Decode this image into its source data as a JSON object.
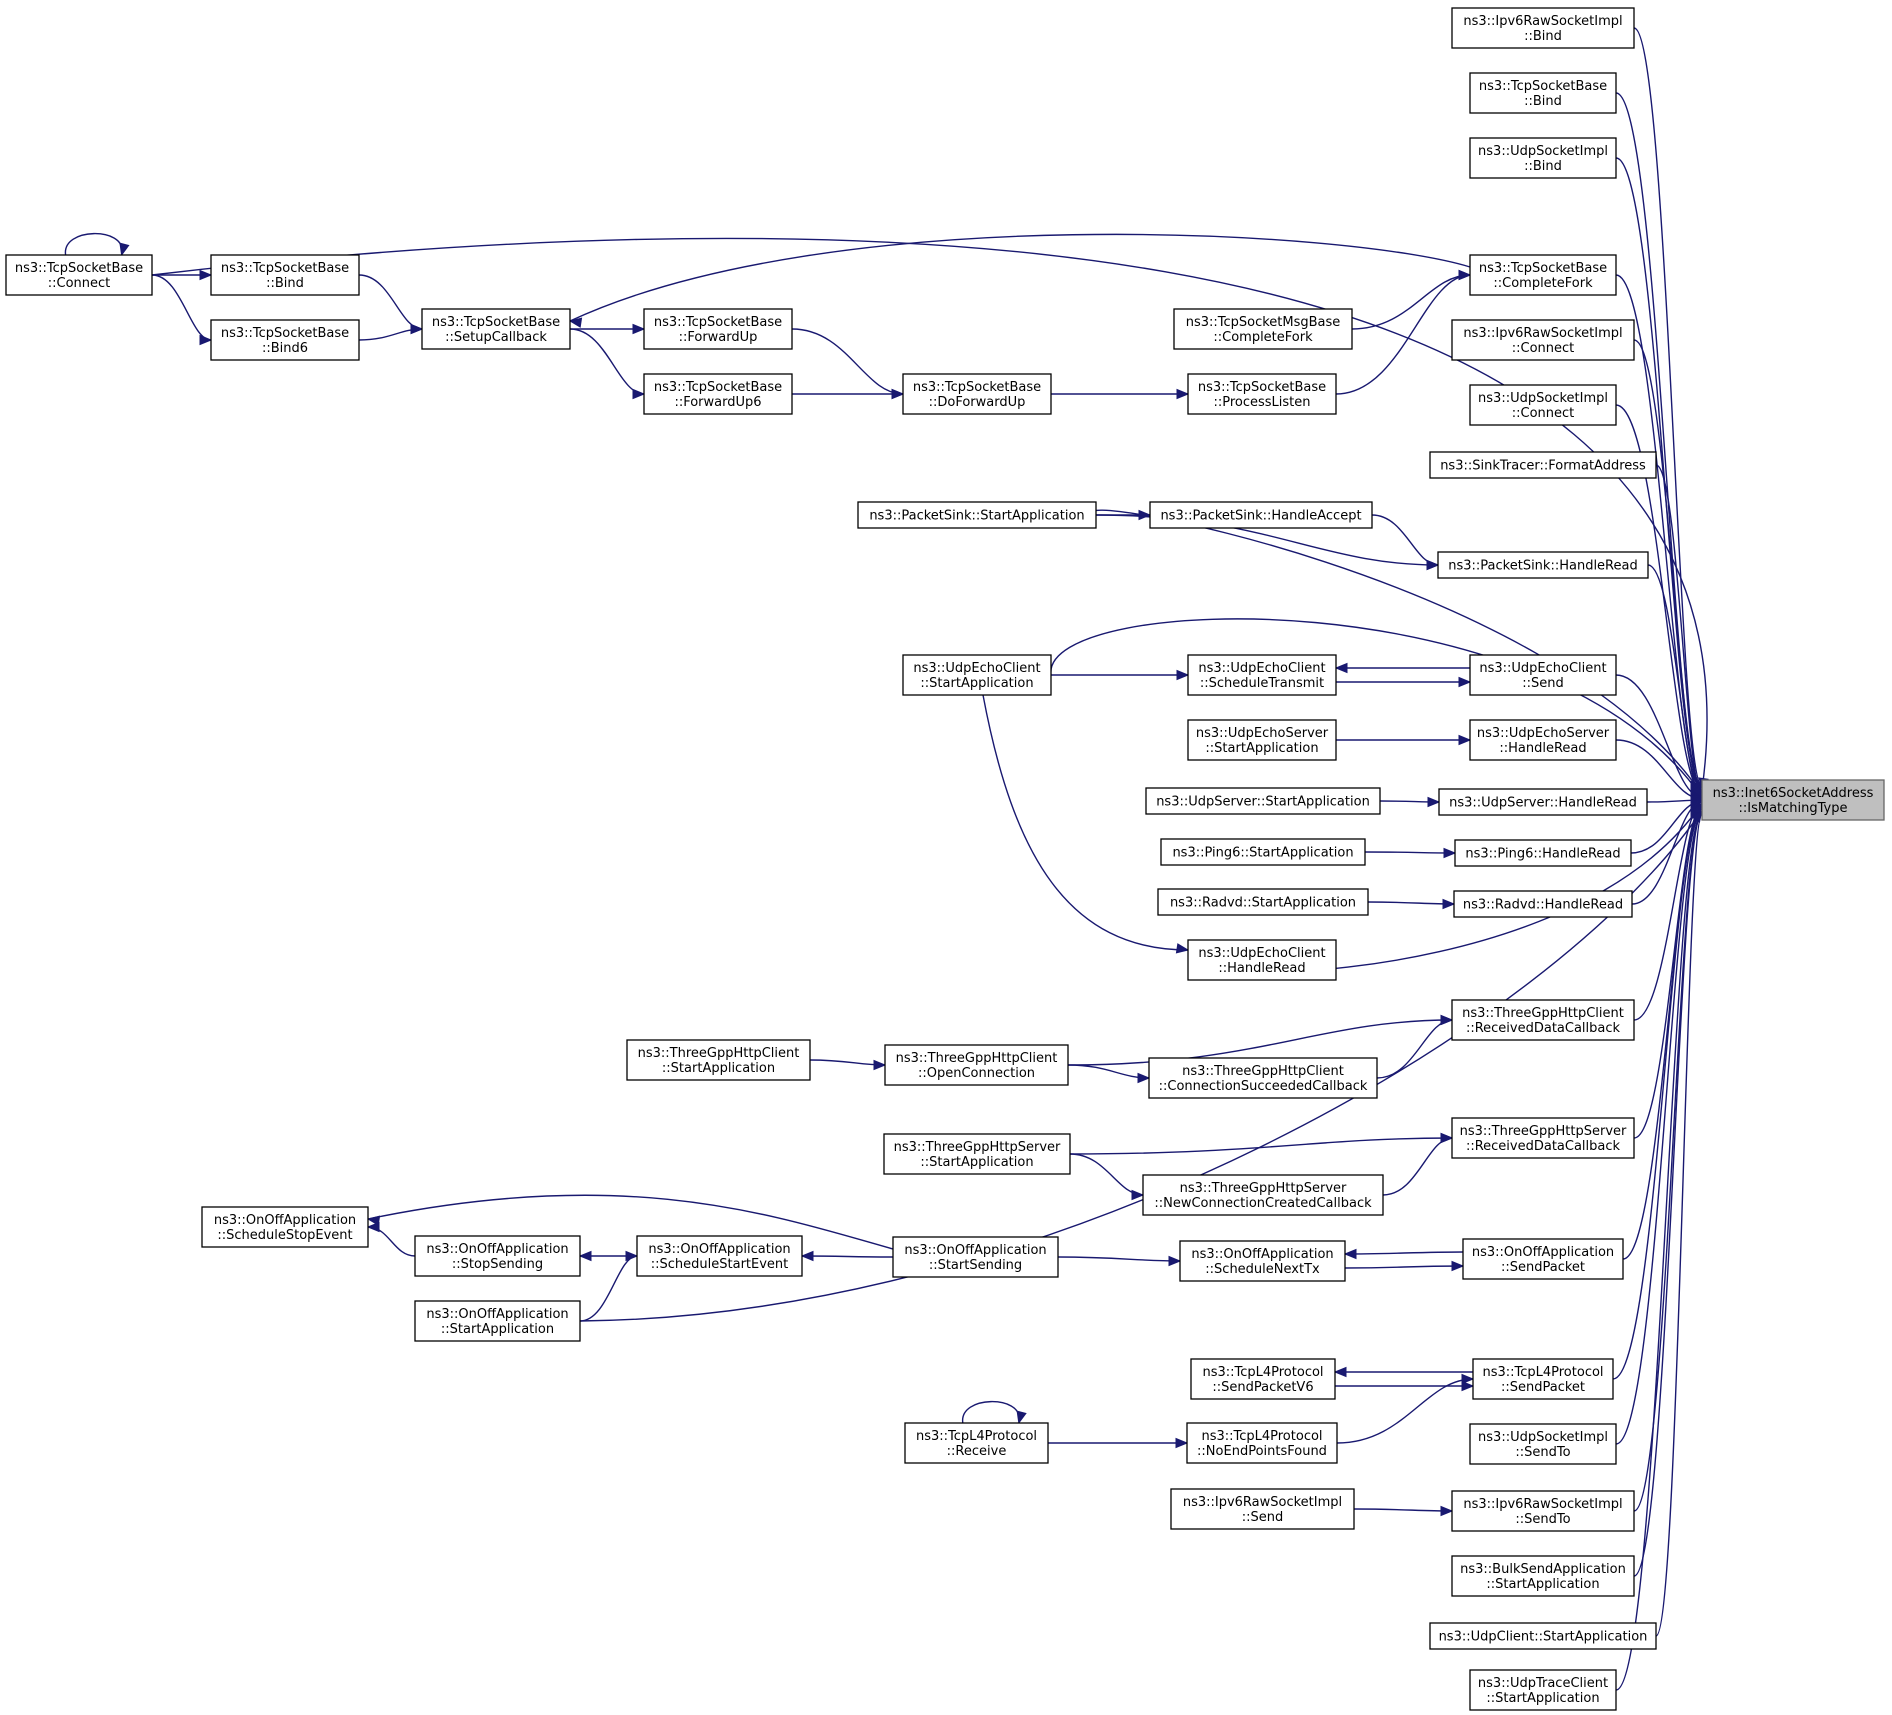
{
  "graph": {
    "direction": "right-to-left",
    "colors": {
      "edge": "#191970",
      "node_border": "#000000",
      "focus_fill": "#bfbfbf"
    },
    "target": "t",
    "nodes": [
      {
        "id": "t",
        "lines": [
          "ns3::Inet6SocketAddress",
          "::IsMatchingType"
        ],
        "focus": true
      },
      {
        "id": "r1",
        "lines": [
          "ns3::Ipv6RawSocketImpl",
          "::Bind"
        ]
      },
      {
        "id": "r2",
        "lines": [
          "ns3::TcpSocketBase",
          "::Bind"
        ]
      },
      {
        "id": "r3",
        "lines": [
          "ns3::UdpSocketImpl",
          "::Bind"
        ]
      },
      {
        "id": "r4",
        "lines": [
          "ns3::TcpSocketBase",
          "::CompleteFork"
        ]
      },
      {
        "id": "r5",
        "lines": [
          "ns3::Ipv6RawSocketImpl",
          "::Connect"
        ]
      },
      {
        "id": "r6",
        "lines": [
          "ns3::UdpSocketImpl",
          "::Connect"
        ]
      },
      {
        "id": "r7",
        "lines": [
          "ns3::SinkTracer::FormatAddress"
        ]
      },
      {
        "id": "r8",
        "lines": [
          "ns3::PacketSink::HandleRead"
        ]
      },
      {
        "id": "r9",
        "lines": [
          "ns3::UdpEchoClient",
          "::Send"
        ]
      },
      {
        "id": "r10",
        "lines": [
          "ns3::UdpEchoServer",
          "::HandleRead"
        ]
      },
      {
        "id": "r11",
        "lines": [
          "ns3::UdpServer::HandleRead"
        ]
      },
      {
        "id": "r12",
        "lines": [
          "ns3::Ping6::HandleRead"
        ]
      },
      {
        "id": "r13",
        "lines": [
          "ns3::Radvd::HandleRead"
        ]
      },
      {
        "id": "r14",
        "lines": [
          "ns3::ThreeGppHttpClient",
          "::ReceivedDataCallback"
        ]
      },
      {
        "id": "r15",
        "lines": [
          "ns3::ThreeGppHttpServer",
          "::ReceivedDataCallback"
        ]
      },
      {
        "id": "r16",
        "lines": [
          "ns3::OnOffApplication",
          "::SendPacket"
        ]
      },
      {
        "id": "r17",
        "lines": [
          "ns3::TcpL4Protocol",
          "::SendPacket"
        ]
      },
      {
        "id": "r18",
        "lines": [
          "ns3::UdpSocketImpl",
          "::SendTo"
        ]
      },
      {
        "id": "r19",
        "lines": [
          "ns3::Ipv6RawSocketImpl",
          "::SendTo"
        ]
      },
      {
        "id": "r20",
        "lines": [
          "ns3::BulkSendApplication",
          "::StartApplication"
        ]
      },
      {
        "id": "r21",
        "lines": [
          "ns3::UdpClient::StartApplication"
        ]
      },
      {
        "id": "r22",
        "lines": [
          "ns3::UdpTraceClient",
          "::StartApplication"
        ]
      },
      {
        "id": "tsbConnect",
        "lines": [
          "ns3::TcpSocketBase",
          "::Connect"
        ]
      },
      {
        "id": "tsbBind1",
        "lines": [
          "ns3::TcpSocketBase",
          "::Bind"
        ]
      },
      {
        "id": "tsbBind6",
        "lines": [
          "ns3::TcpSocketBase",
          "::Bind6"
        ]
      },
      {
        "id": "setupCb",
        "lines": [
          "ns3::TcpSocketBase",
          "::SetupCallback"
        ]
      },
      {
        "id": "fwdUp",
        "lines": [
          "ns3::TcpSocketBase",
          "::ForwardUp"
        ]
      },
      {
        "id": "fwdUp6",
        "lines": [
          "ns3::TcpSocketBase",
          "::ForwardUp6"
        ]
      },
      {
        "id": "doFwd",
        "lines": [
          "ns3::TcpSocketBase",
          "::DoForwardUp"
        ]
      },
      {
        "id": "procListen",
        "lines": [
          "ns3::TcpSocketBase",
          "::ProcessListen"
        ]
      },
      {
        "id": "msgCompFork",
        "lines": [
          "ns3::TcpSocketMsgBase",
          "::CompleteFork"
        ]
      },
      {
        "id": "psStart",
        "lines": [
          "ns3::PacketSink::StartApplication"
        ]
      },
      {
        "id": "psAccept",
        "lines": [
          "ns3::PacketSink::HandleAccept"
        ]
      },
      {
        "id": "uecStart",
        "lines": [
          "ns3::UdpEchoClient",
          "::StartApplication"
        ]
      },
      {
        "id": "uecSched",
        "lines": [
          "ns3::UdpEchoClient",
          "::ScheduleTransmit"
        ]
      },
      {
        "id": "uesStart",
        "lines": [
          "ns3::UdpEchoServer",
          "::StartApplication"
        ]
      },
      {
        "id": "usStart",
        "lines": [
          "ns3::UdpServer::StartApplication"
        ]
      },
      {
        "id": "p6Start",
        "lines": [
          "ns3::Ping6::StartApplication"
        ]
      },
      {
        "id": "rvStart",
        "lines": [
          "ns3::Radvd::StartApplication"
        ]
      },
      {
        "id": "uecRead",
        "lines": [
          "ns3::UdpEchoClient",
          "::HandleRead"
        ]
      },
      {
        "id": "hcStart",
        "lines": [
          "ns3::ThreeGppHttpClient",
          "::StartApplication"
        ]
      },
      {
        "id": "hcOpen",
        "lines": [
          "ns3::ThreeGppHttpClient",
          "::OpenConnection"
        ]
      },
      {
        "id": "hcConn",
        "lines": [
          "ns3::ThreeGppHttpClient",
          "::ConnectionSucceededCallback"
        ]
      },
      {
        "id": "hsStart",
        "lines": [
          "ns3::ThreeGppHttpServer",
          "::StartApplication"
        ]
      },
      {
        "id": "hsNew",
        "lines": [
          "ns3::ThreeGppHttpServer",
          "::NewConnectionCreatedCallback"
        ]
      },
      {
        "id": "ooStop",
        "lines": [
          "ns3::OnOffApplication",
          "::ScheduleStopEvent"
        ]
      },
      {
        "id": "ooStopSend",
        "lines": [
          "ns3::OnOffApplication",
          "::StopSending"
        ]
      },
      {
        "id": "ooSchedStart",
        "lines": [
          "ns3::OnOffApplication",
          "::ScheduleStartEvent"
        ]
      },
      {
        "id": "ooStartSend",
        "lines": [
          "ns3::OnOffApplication",
          "::StartSending"
        ]
      },
      {
        "id": "ooNextTx",
        "lines": [
          "ns3::OnOffApplication",
          "::ScheduleNextTx"
        ]
      },
      {
        "id": "ooStartApp",
        "lines": [
          "ns3::OnOffApplication",
          "::StartApplication"
        ]
      },
      {
        "id": "tl4V6",
        "lines": [
          "ns3::TcpL4Protocol",
          "::SendPacketV6"
        ]
      },
      {
        "id": "tl4NoEnd",
        "lines": [
          "ns3::TcpL4Protocol",
          "::NoEndPointsFound"
        ]
      },
      {
        "id": "tl4Recv",
        "lines": [
          "ns3::TcpL4Protocol",
          "::Receive"
        ]
      },
      {
        "id": "irSend",
        "lines": [
          "ns3::Ipv6RawSocketImpl",
          "::Send"
        ]
      }
    ],
    "edges": [
      [
        "r1",
        "t"
      ],
      [
        "r2",
        "t"
      ],
      [
        "r3",
        "t"
      ],
      [
        "r4",
        "t"
      ],
      [
        "r5",
        "t"
      ],
      [
        "r6",
        "t"
      ],
      [
        "r7",
        "t"
      ],
      [
        "r8",
        "t"
      ],
      [
        "r9",
        "t"
      ],
      [
        "r10",
        "t"
      ],
      [
        "r11",
        "t"
      ],
      [
        "r12",
        "t"
      ],
      [
        "r13",
        "t"
      ],
      [
        "r14",
        "t"
      ],
      [
        "r15",
        "t"
      ],
      [
        "r16",
        "t"
      ],
      [
        "r17",
        "t"
      ],
      [
        "r18",
        "t"
      ],
      [
        "r19",
        "t"
      ],
      [
        "r20",
        "t"
      ],
      [
        "r21",
        "t"
      ],
      [
        "r22",
        "t"
      ],
      [
        "tsbConnect",
        "t"
      ],
      [
        "psStart",
        "t"
      ],
      [
        "uecStart",
        "t"
      ],
      [
        "uecRead",
        "t"
      ],
      [
        "ooStartApp",
        "t"
      ],
      [
        "tsbConnect",
        "tsbConnect"
      ],
      [
        "tsbConnect",
        "tsbBind1"
      ],
      [
        "tsbConnect",
        "tsbBind6"
      ],
      [
        "tsbBind1",
        "setupCb"
      ],
      [
        "tsbBind6",
        "setupCb"
      ],
      [
        "r4",
        "setupCb"
      ],
      [
        "setupCb",
        "fwdUp"
      ],
      [
        "setupCb",
        "fwdUp6"
      ],
      [
        "fwdUp",
        "doFwd"
      ],
      [
        "fwdUp6",
        "doFwd"
      ],
      [
        "doFwd",
        "procListen"
      ],
      [
        "procListen",
        "r4"
      ],
      [
        "msgCompFork",
        "r4"
      ],
      [
        "psStart",
        "psAccept"
      ],
      [
        "psStart",
        "r8"
      ],
      [
        "psAccept",
        "r8"
      ],
      [
        "uecStart",
        "uecSched"
      ],
      [
        "uecSched",
        "r9"
      ],
      [
        "r9",
        "uecSched"
      ],
      [
        "uecStart",
        "uecRead"
      ],
      [
        "uesStart",
        "r10"
      ],
      [
        "usStart",
        "r11"
      ],
      [
        "p6Start",
        "r12"
      ],
      [
        "rvStart",
        "r13"
      ],
      [
        "hcStart",
        "hcOpen"
      ],
      [
        "hcOpen",
        "r14"
      ],
      [
        "hcOpen",
        "hcConn"
      ],
      [
        "hcConn",
        "r14"
      ],
      [
        "hsStart",
        "r15"
      ],
      [
        "hsStart",
        "hsNew"
      ],
      [
        "hsNew",
        "r15"
      ],
      [
        "ooStopSend",
        "ooStop"
      ],
      [
        "ooSchedStart",
        "ooStopSend"
      ],
      [
        "ooStartSend",
        "ooSchedStart"
      ],
      [
        "ooStartApp",
        "ooSchedStart"
      ],
      [
        "ooStartSend",
        "ooStop"
      ],
      [
        "ooStartSend",
        "ooNextTx"
      ],
      [
        "ooNextTx",
        "r16"
      ],
      [
        "r16",
        "ooNextTx"
      ],
      [
        "r17",
        "tl4V6"
      ],
      [
        "tl4V6",
        "r17"
      ],
      [
        "tl4NoEnd",
        "r17"
      ],
      [
        "tl4Recv",
        "tl4NoEnd"
      ],
      [
        "tl4Recv",
        "tl4Recv"
      ],
      [
        "irSend",
        "r19"
      ]
    ]
  }
}
